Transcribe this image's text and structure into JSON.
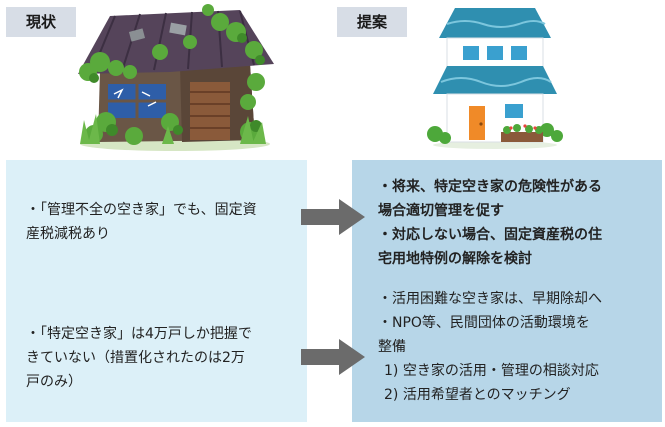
{
  "labels": {
    "current": "現状",
    "proposal": "提案"
  },
  "current_items": [
    "・「管理不全の空き家」でも、固定資\n産税減税あり",
    "・「特定空き家」は4万戸しか把握で\nきていない（措置化されたのは2万\n戸のみ）"
  ],
  "proposal_items": [
    "・将来、特定空き家の危険性がある\n場合適切管理を促す",
    "・対応しない場合、固定資産税の住\n宅用地特例の解除を検討",
    "・活用困難な空き家は、早期除却へ",
    "・NPO等、民間団体の活動環境を\n整備",
    "1) 空き家の活用・管理の相談対応",
    "2) 活用希望者とのマッチング"
  ],
  "colors": {
    "tag_bg": "#d7dde6",
    "left_panel": "#dcf0f8",
    "right_panel": "#b7d6e8",
    "arrow": "#6b6b6b"
  },
  "icons": [
    "abandoned-house-illustration",
    "new-house-illustration",
    "right-arrow-icon"
  ]
}
